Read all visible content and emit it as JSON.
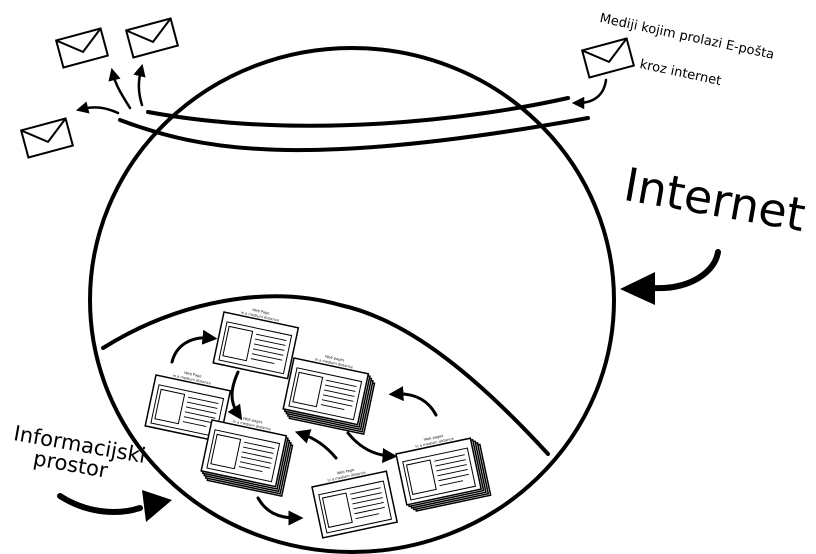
{
  "labels": {
    "internet": "Internet",
    "info_line1": "Informacijski",
    "info_line2": "prostor",
    "media_line1": "Mediji kojim prolazi E-pošta",
    "media_line2": "kroz internet"
  },
  "pages": [
    {
      "line1": "Web Page",
      "line2": "in a medium distance"
    },
    {
      "line1": "Web Page",
      "line2": "in a medium distance"
    },
    {
      "line1": "Web pages",
      "line2": "in a medium distance"
    },
    {
      "line1": "Web pages",
      "line2": "in a medium distance"
    },
    {
      "line1": "Web Page",
      "line2": "in a medium distance"
    },
    {
      "line1": "Web pages",
      "line2": "in a medium distance"
    }
  ],
  "colors": {
    "ink": "#000000",
    "paper": "#ffffff",
    "panel": "#d9d9d9"
  }
}
